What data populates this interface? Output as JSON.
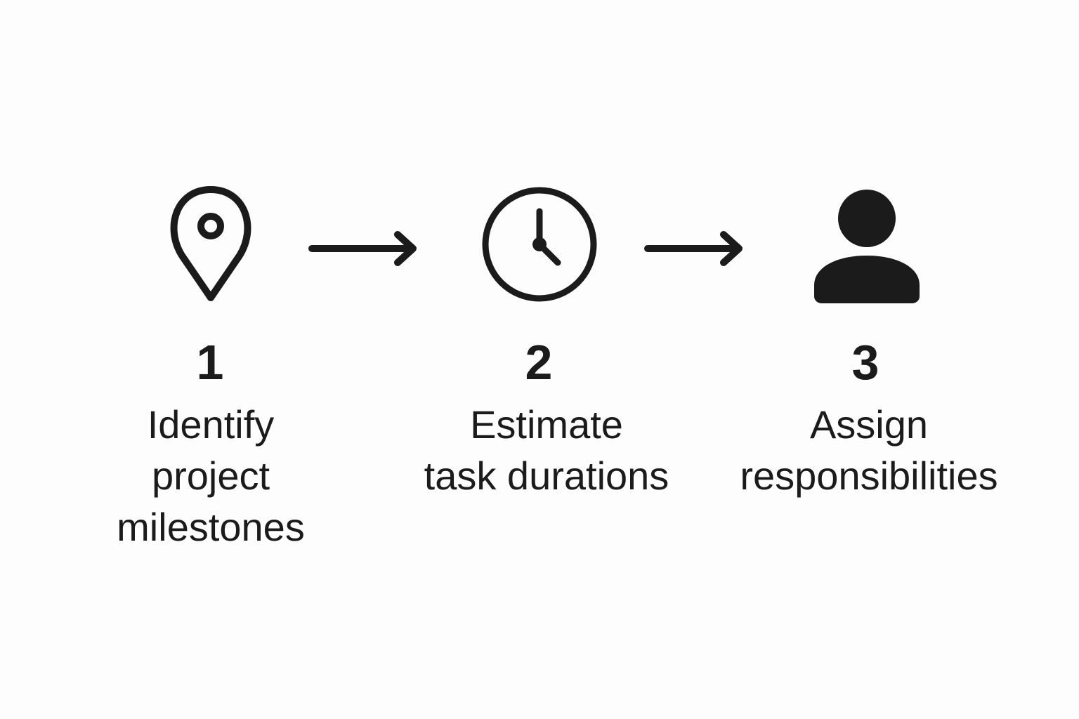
{
  "diagram": {
    "steps": [
      {
        "number": "1",
        "label": "Identify\nproject\nmilestones",
        "icon": "location-pin-icon"
      },
      {
        "number": "2",
        "label": "Estimate\ntask durations",
        "icon": "clock-icon"
      },
      {
        "number": "3",
        "label": "Assign\nresponsibilities",
        "icon": "person-icon"
      }
    ],
    "connectors": [
      {
        "icon": "arrow-right-icon"
      },
      {
        "icon": "arrow-right-icon"
      }
    ],
    "colors": {
      "ink": "#1b1b1b",
      "background": "#fdfdfd"
    }
  }
}
